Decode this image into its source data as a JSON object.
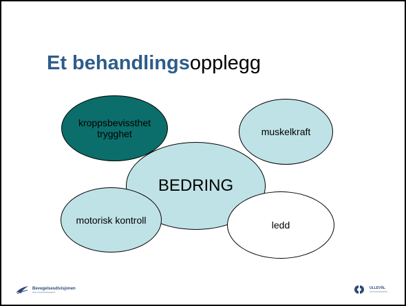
{
  "slide": {
    "title_bold": "Et behandlings",
    "title_rest": "opplegg"
  },
  "ellipses": {
    "center": "BEDRING",
    "top_left_line1": "kroppsbevissthet",
    "top_left_line2": "trygghet",
    "top_right": "muskelkraft",
    "bottom_left": "motorisk kontroll",
    "bottom_right": "ledd"
  },
  "footer": {
    "left_logo_text": "Bevegelsesdivisjonen",
    "left_logo_sub": "Oslo universitetssykehus",
    "right_logo_text": "ULLEVÅL",
    "right_logo_sub": "universitetssykehus"
  },
  "colors": {
    "title_accent": "#2e5c8a",
    "light_teal": "#bfe2e6",
    "dark_teal": "#0b6e6a",
    "white": "#ffffff",
    "logo_blue": "#2e4a7a"
  },
  "icons": {
    "left_logo": "bird-swoosh-logo-icon",
    "right_logo": "hospital-logo-icon"
  }
}
